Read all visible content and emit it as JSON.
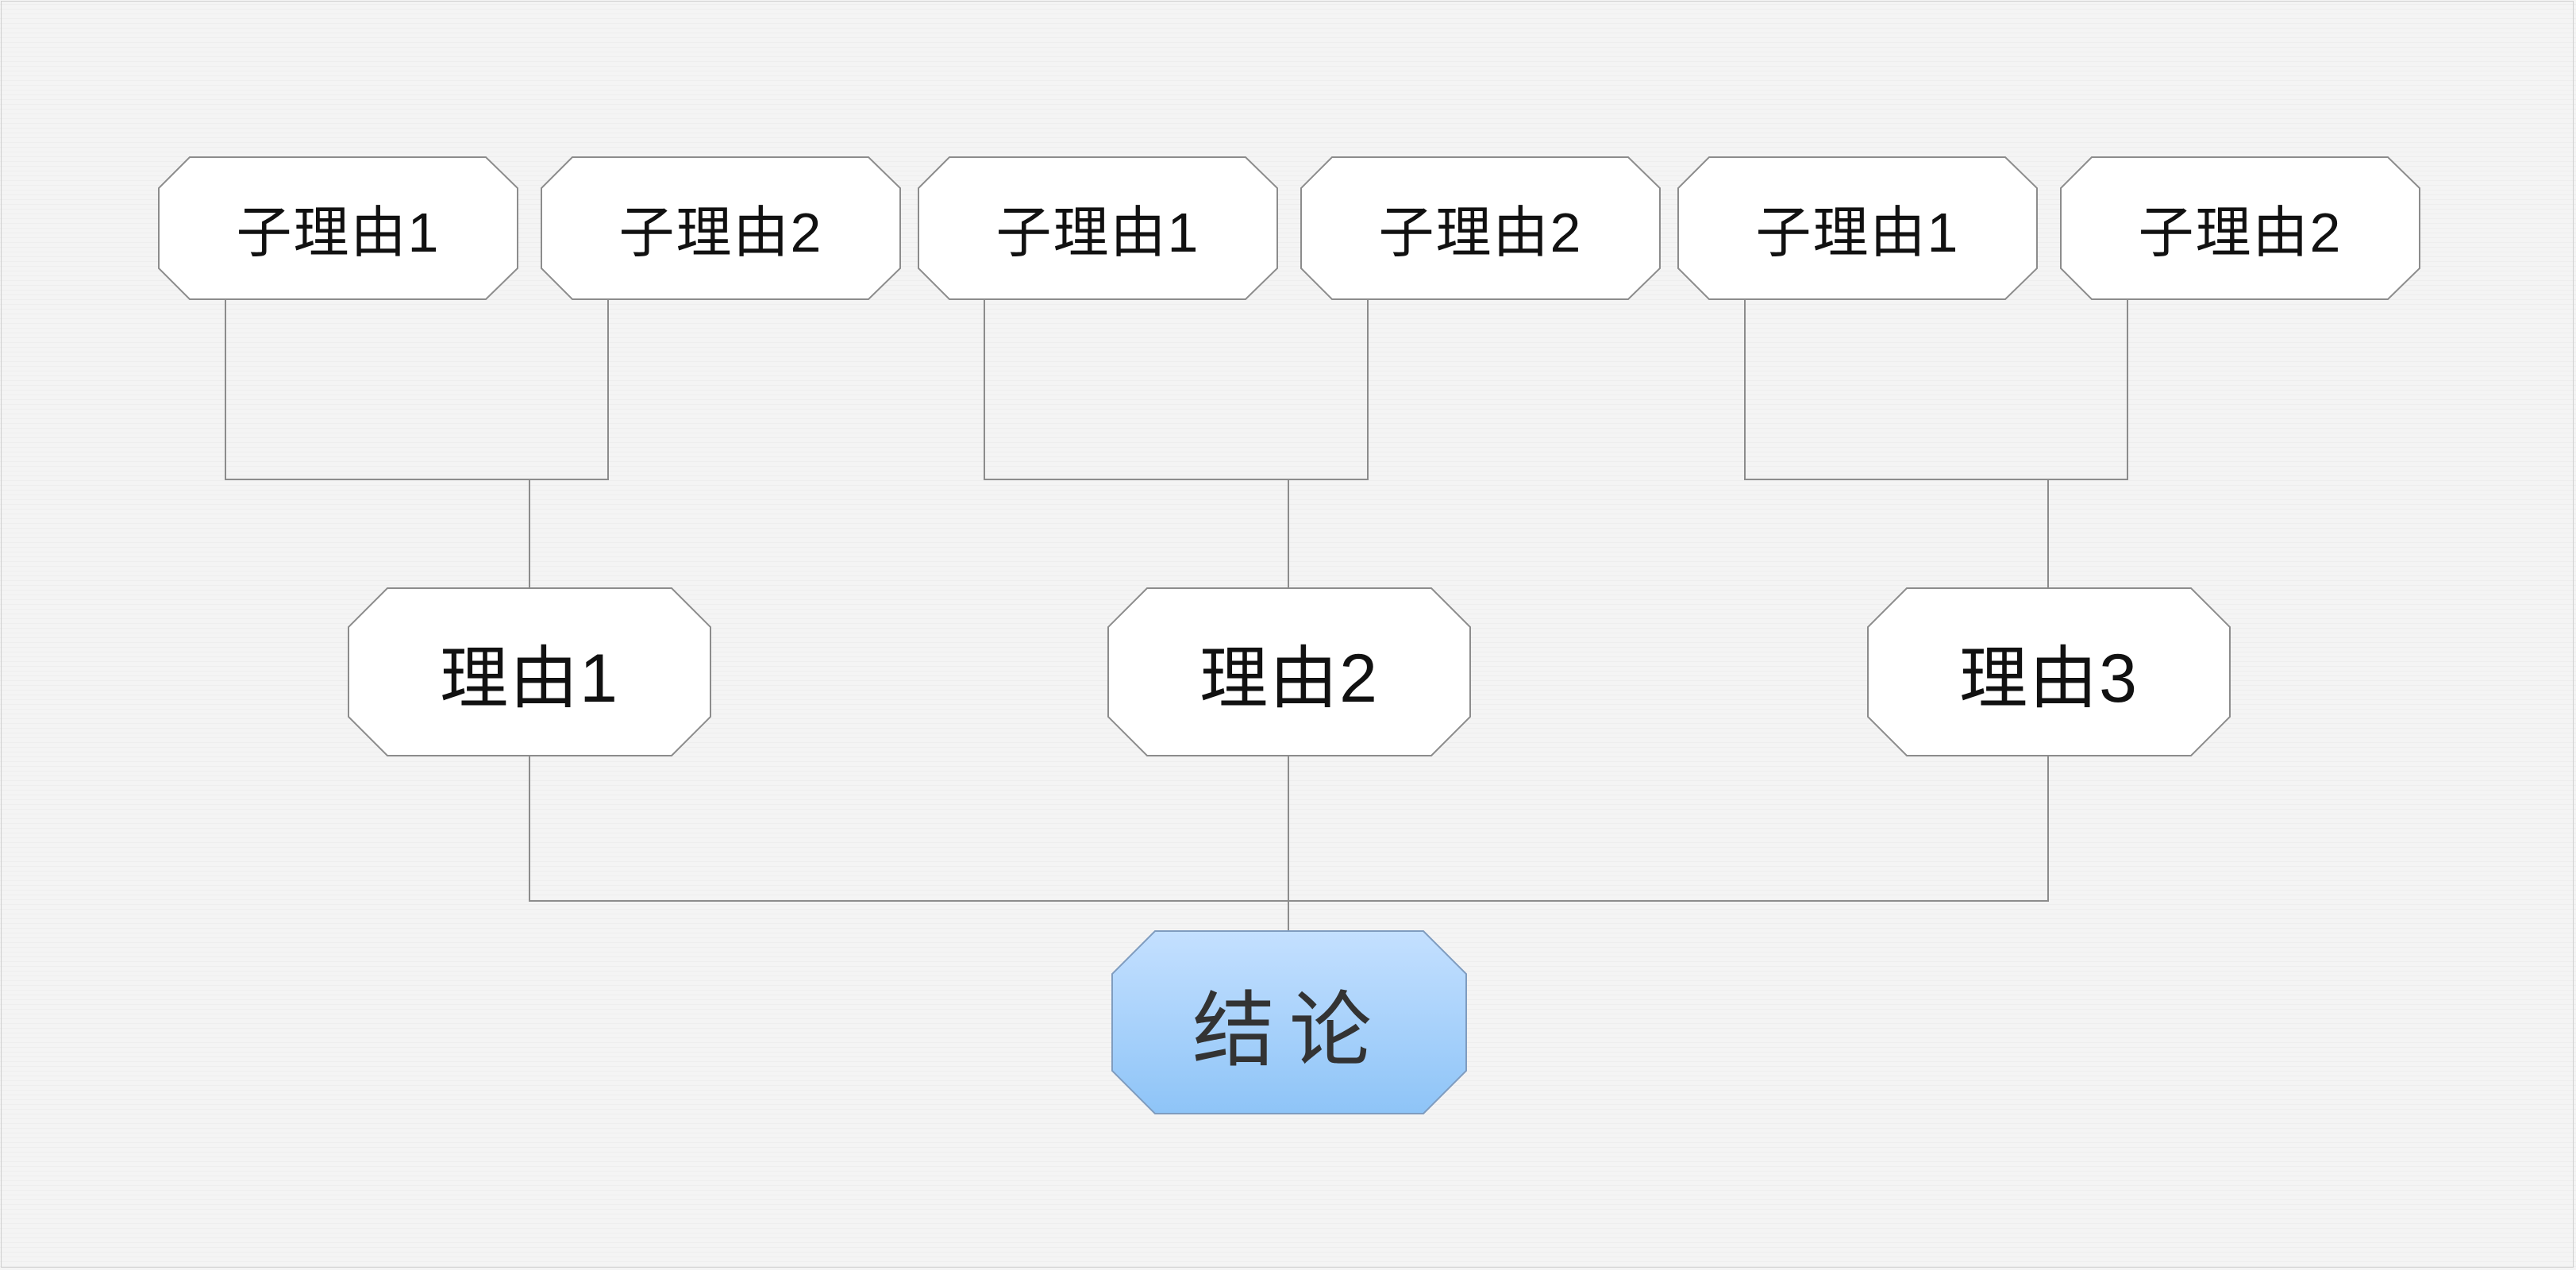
{
  "diagram": {
    "sub_reasons": [
      {
        "label": "子理由1"
      },
      {
        "label": "子理由2"
      },
      {
        "label": "子理由1"
      },
      {
        "label": "子理由2"
      },
      {
        "label": "子理由1"
      },
      {
        "label": "子理由2"
      }
    ],
    "reasons": [
      {
        "label": "理由1"
      },
      {
        "label": "理由2"
      },
      {
        "label": "理由3"
      }
    ],
    "conclusion": {
      "label": "结论"
    }
  },
  "colors": {
    "node_fill": "#ffffff",
    "node_border": "#8c8c8c",
    "connector": "#8c8c8c",
    "conclusion_top": "#c4e0ff",
    "conclusion_bottom": "#8ec4f7",
    "conclusion_border": "#7f9cbf"
  }
}
